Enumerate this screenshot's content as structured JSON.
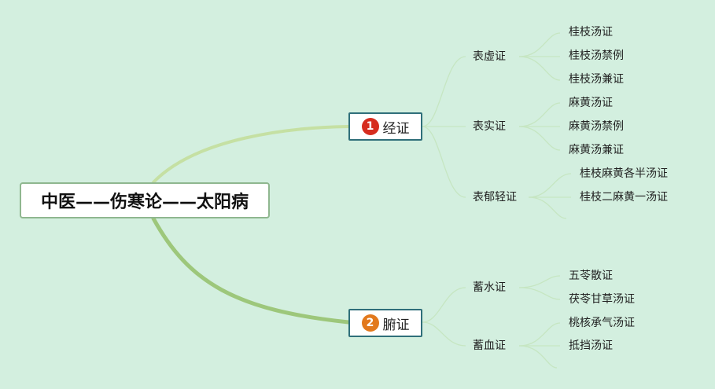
{
  "root": {
    "label": "中医——伤寒论——太阳病"
  },
  "branches": [
    {
      "number": "1",
      "label": "经证",
      "badge_color": "#d62d1f",
      "groups": [
        {
          "label": "表虚证",
          "items": [
            "桂枝汤证",
            "桂枝汤禁例",
            "桂枝汤兼证"
          ]
        },
        {
          "label": "表实证",
          "items": [
            "麻黄汤证",
            "麻黄汤禁例",
            "麻黄汤兼证"
          ]
        },
        {
          "label": "表郁轻证",
          "items": [
            "桂枝麻黄各半汤证",
            "桂枝二麻黄一汤证"
          ]
        }
      ]
    },
    {
      "number": "2",
      "label": "腑证",
      "badge_color": "#e2791d",
      "groups": [
        {
          "label": "蓄水证",
          "items": [
            "五苓散证",
            "茯苓甘草汤证"
          ]
        },
        {
          "label": "蓄血证",
          "items": [
            "桃核承气汤证",
            "抵挡汤证"
          ]
        }
      ]
    }
  ]
}
